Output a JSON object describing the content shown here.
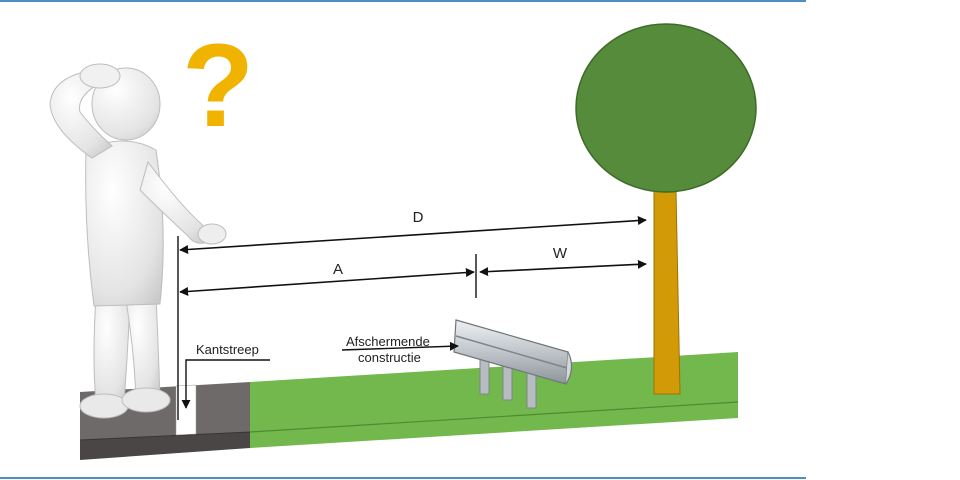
{
  "labels": {
    "distance_d": "D",
    "distance_a": "A",
    "distance_w": "W",
    "edge_line": "Kantstreep",
    "barrier_line1": "Afschermende",
    "barrier_line2": "constructie",
    "question_mark": "?"
  },
  "colors": {
    "frame_blue": "#4f8fc0",
    "grass": "#72b84c",
    "grass_edge": "#4f8a30",
    "road": "#6f6a6a",
    "road_edge": "#4b4646",
    "tree_crown": "#558b3a",
    "tree_crown_edge": "#3d6b28",
    "tree_trunk": "#d19a06",
    "question_mark": "#f0b400",
    "barrier": "#c9ced2",
    "figure": "#ececec"
  },
  "icons": {
    "person": "thinking-person-icon",
    "tree": "tree-icon",
    "barrier": "guardrail-icon"
  }
}
